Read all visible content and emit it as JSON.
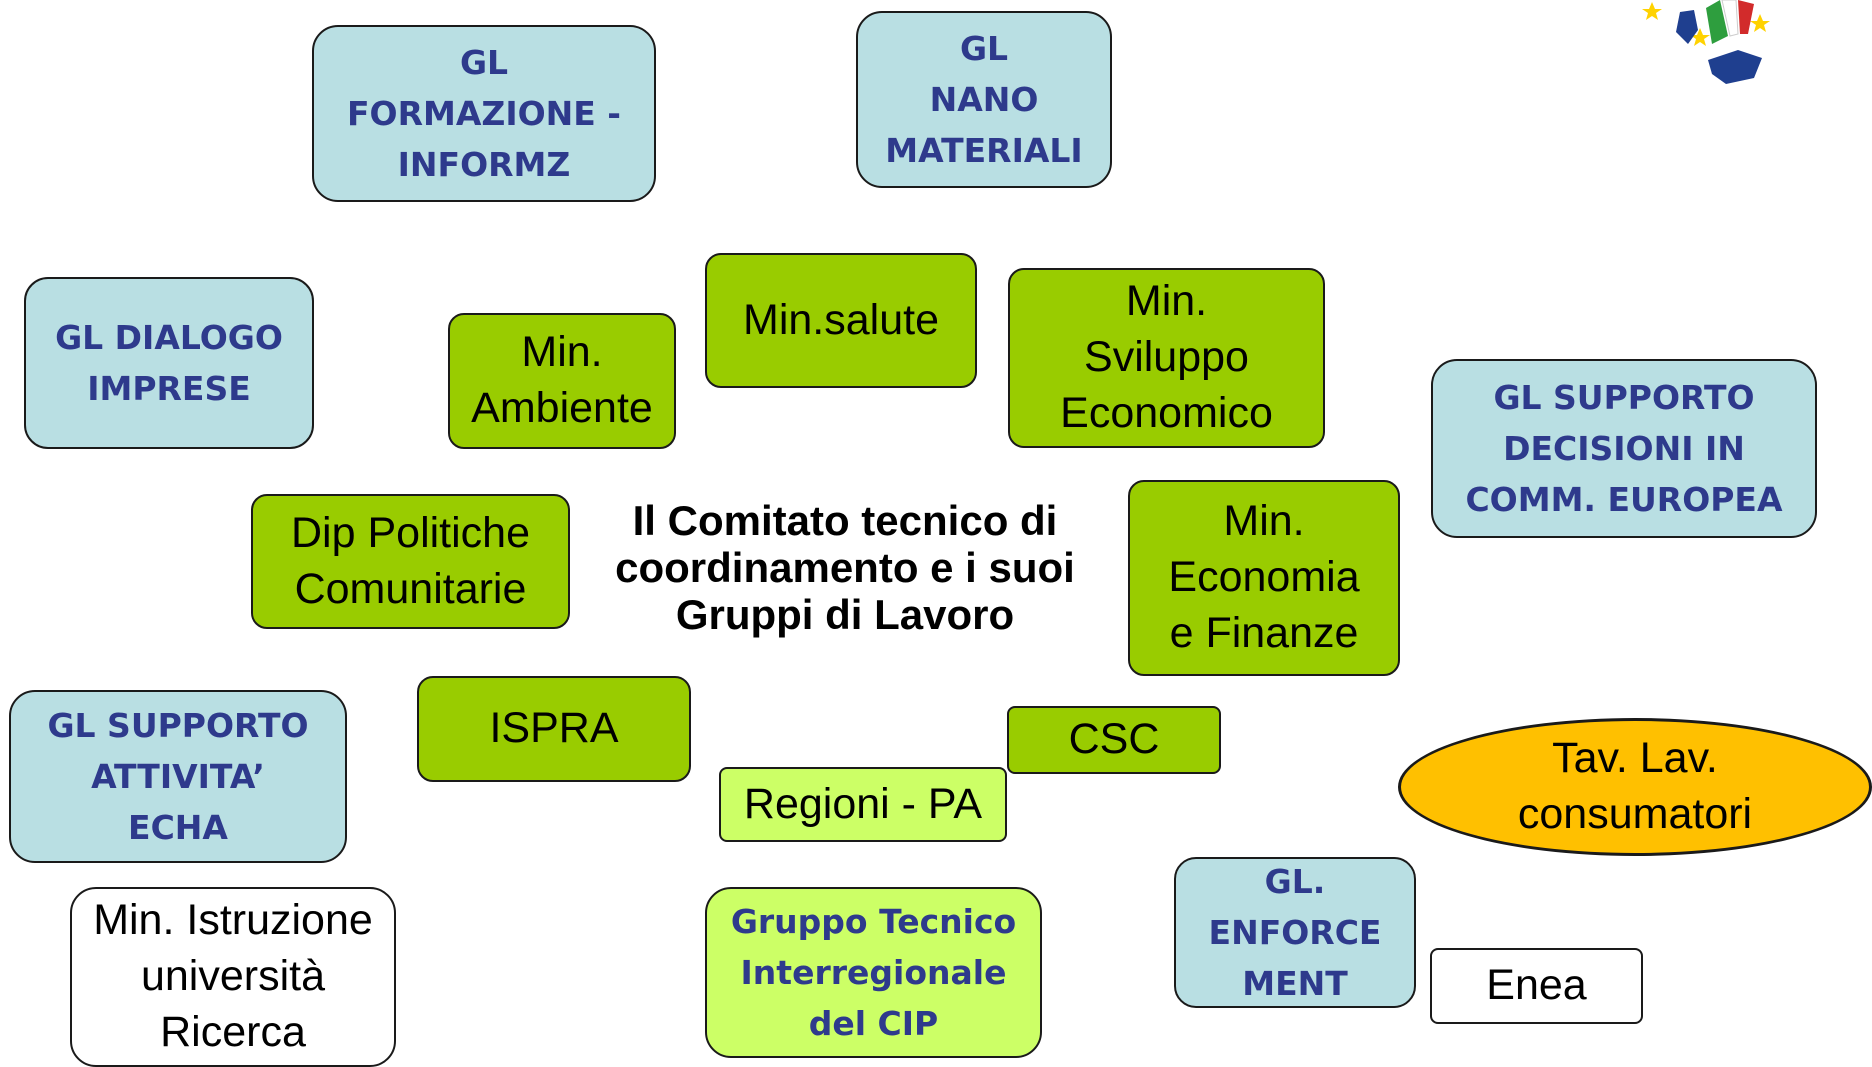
{
  "center_title": "Il Comitato tecnico di\ncoordinamento e i suoi\nGruppi di Lavoro",
  "working_groups": {
    "formazione": "GL\nFORMAZIONE -\nINFORMZ",
    "nano": "GL\nNANO\nMATERIALI",
    "dialogo": "GL DIALOGO\nIMPRESE",
    "supporto_decisioni": "GL SUPPORTO\nDECISIONI IN\nCOMM. EUROPEA",
    "supporto_echa": "GL SUPPORTO\nATTIVITA’\nECHA",
    "enforcement": "GL.\nENFORCE\nMENT",
    "gruppo_tecnico": "Gruppo Tecnico\nInterregionale\ndel CIP"
  },
  "members": {
    "ambiente": "Min.\nAmbiente",
    "salute": "Min.salute",
    "sviluppo": "Min.\nSviluppo\nEconomico",
    "politiche": "Dip  Politiche\nComunitarie",
    "economia": "Min.\nEconomia\ne Finanze",
    "ispra": "ISPRA",
    "csc": "CSC",
    "regioni": "Regioni - PA",
    "istruzione": "Min. Istruzione\nuniversità\nRicerca",
    "enea": "Enea",
    "consumatori": "Tav.  Lav.\nconsumatori"
  },
  "colors": {
    "gl_fill": "#b9dfe3",
    "gl_text": "#2e3a8c",
    "ministry_fill": "#99cc00",
    "regional_fill": "#ccff66",
    "consumer_fill": "#ffc000"
  },
  "logo": "italy-eu-stars-logo"
}
